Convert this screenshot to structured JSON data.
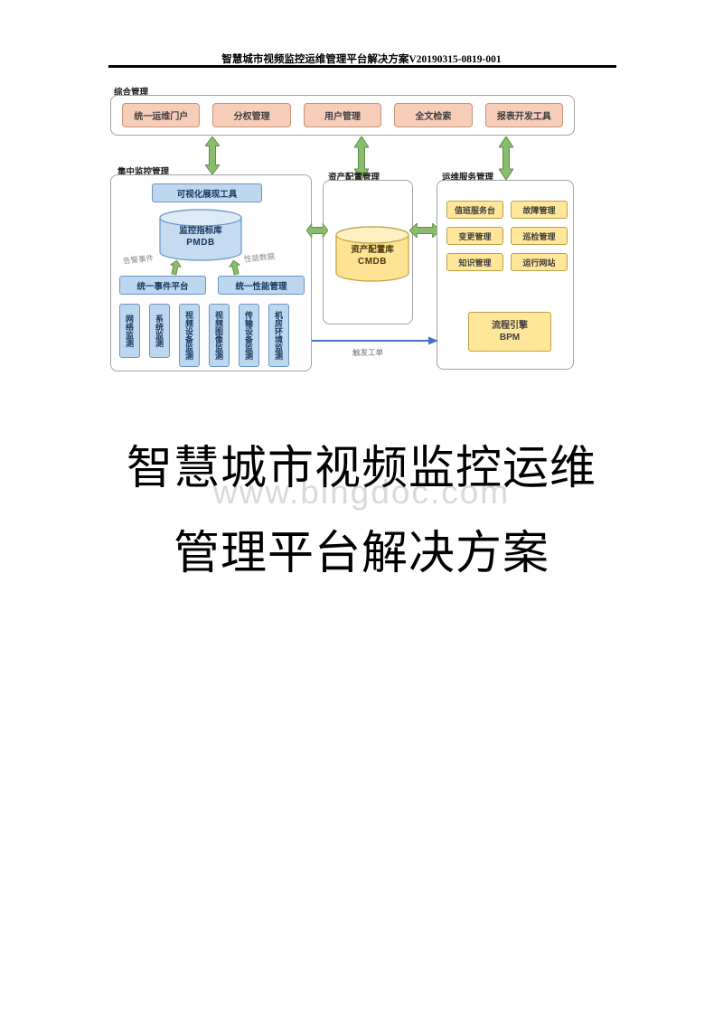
{
  "page": {
    "header_title": "智慧城市视频监控运维管理平台解决方案V20190315-0819-001"
  },
  "diagram": {
    "groups": {
      "integrated": {
        "label": "综合管理",
        "items": [
          "统一运维门户",
          "分权管理",
          "用户管理",
          "全文检索",
          "报表开发工具"
        ]
      },
      "monitoring": {
        "label": "集中监控管理",
        "visual_tool": "可视化展现工具",
        "db_name": "监控指标库",
        "db_code": "PMDB",
        "event_label": "告警事件",
        "perf_label": "性能数据",
        "event_platform": "统一事件平台",
        "perf_platform": "统一性能管理",
        "monitors": [
          "网络监测",
          "系统监测",
          "视频设备监测",
          "视频图像监测",
          "传输设备监测",
          "机房环境监测"
        ]
      },
      "asset": {
        "label": "资产配置管理",
        "db_name": "资产配置库",
        "db_code": "CMDB"
      },
      "service": {
        "label": "运维服务管理",
        "items": [
          "值班服务台",
          "故障管理",
          "变更管理",
          "巡检管理",
          "知识管理",
          "运行网站"
        ],
        "engine_name": "流程引擎",
        "engine_code": "BPM"
      }
    },
    "ticket_arrow_label": "触发工单"
  },
  "title_block": {
    "line1": "智慧城市视频监控运维",
    "line2": "管理平台解决方案",
    "watermark": "www.bingdoc.com"
  },
  "colors": {
    "pink_box": "#f6cdb9",
    "blue_box": "#bdd7ee",
    "yellow_box": "#ffe699",
    "green_arrow": "#8bbb6d",
    "blue_arrow": "#4472c4",
    "watermark_gray": "#d9d9d9"
  }
}
